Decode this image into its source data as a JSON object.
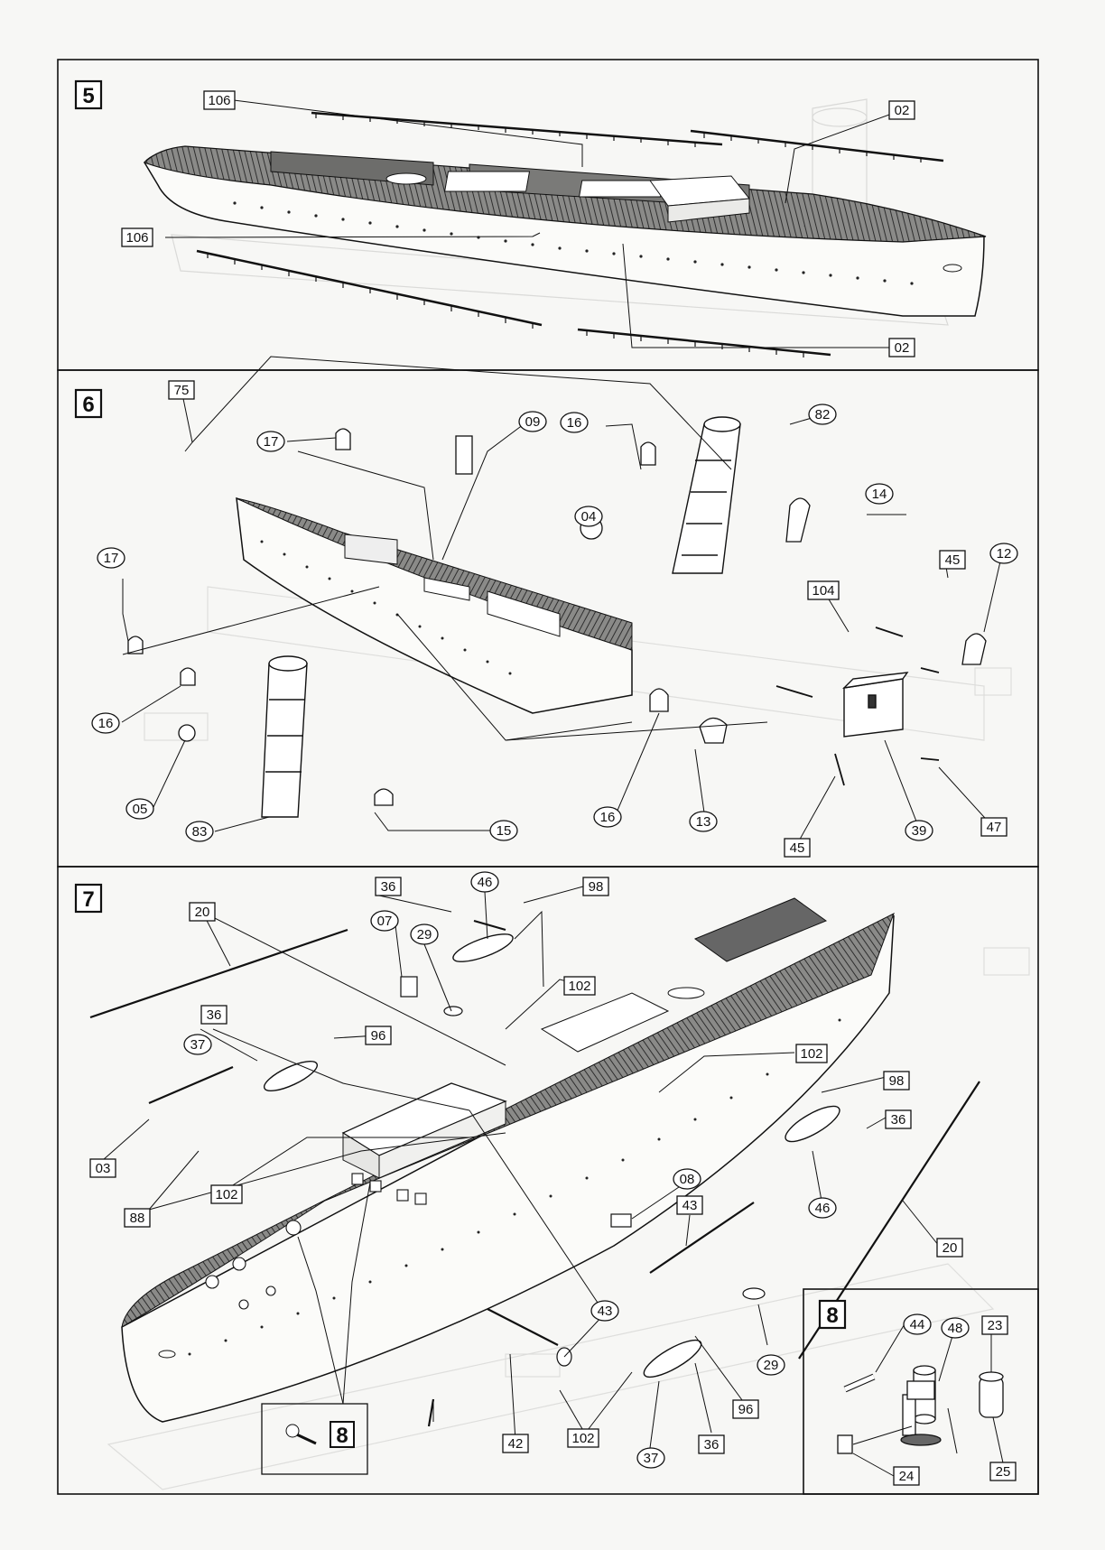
{
  "document": {
    "panels": [
      {
        "id": "step-5",
        "step_label": "5",
        "parts": [
          {
            "number": "106",
            "shape": "box"
          },
          {
            "number": "106",
            "shape": "box"
          },
          {
            "number": "02",
            "shape": "box"
          },
          {
            "number": "02",
            "shape": "box"
          }
        ]
      },
      {
        "id": "step-6",
        "step_label": "6",
        "parts": [
          {
            "number": "75",
            "shape": "box"
          },
          {
            "number": "17",
            "shape": "circle"
          },
          {
            "number": "09",
            "shape": "circle"
          },
          {
            "number": "16",
            "shape": "circle"
          },
          {
            "number": "82",
            "shape": "circle"
          },
          {
            "number": "04",
            "shape": "circle"
          },
          {
            "number": "14",
            "shape": "circle"
          },
          {
            "number": "17",
            "shape": "circle"
          },
          {
            "number": "104",
            "shape": "box"
          },
          {
            "number": "45",
            "shape": "box"
          },
          {
            "number": "12",
            "shape": "circle"
          },
          {
            "number": "16",
            "shape": "circle"
          },
          {
            "number": "05",
            "shape": "circle"
          },
          {
            "number": "83",
            "shape": "circle"
          },
          {
            "number": "15",
            "shape": "circle"
          },
          {
            "number": "16",
            "shape": "circle"
          },
          {
            "number": "13",
            "shape": "circle"
          },
          {
            "number": "39",
            "shape": "circle"
          },
          {
            "number": "47",
            "shape": "box"
          },
          {
            "number": "45",
            "shape": "box"
          }
        ]
      },
      {
        "id": "step-7",
        "step_label": "7",
        "parts": [
          {
            "number": "20",
            "shape": "box"
          },
          {
            "number": "36",
            "shape": "box"
          },
          {
            "number": "46",
            "shape": "circle"
          },
          {
            "number": "98",
            "shape": "box"
          },
          {
            "number": "07",
            "shape": "circle"
          },
          {
            "number": "29",
            "shape": "circle"
          },
          {
            "number": "102",
            "shape": "box"
          },
          {
            "number": "36",
            "shape": "box"
          },
          {
            "number": "37",
            "shape": "circle"
          },
          {
            "number": "96",
            "shape": "box"
          },
          {
            "number": "102",
            "shape": "box"
          },
          {
            "number": "98",
            "shape": "box"
          },
          {
            "number": "36",
            "shape": "box"
          },
          {
            "number": "03",
            "shape": "box"
          },
          {
            "number": "102",
            "shape": "box"
          },
          {
            "number": "88",
            "shape": "box"
          },
          {
            "number": "08",
            "shape": "circle"
          },
          {
            "number": "43",
            "shape": "box"
          },
          {
            "number": "46",
            "shape": "circle"
          },
          {
            "number": "20",
            "shape": "box"
          },
          {
            "number": "43",
            "shape": "circle"
          },
          {
            "number": "29",
            "shape": "circle"
          },
          {
            "number": "102",
            "shape": "box"
          },
          {
            "number": "96",
            "shape": "box"
          },
          {
            "number": "42",
            "shape": "box"
          },
          {
            "number": "37",
            "shape": "circle"
          },
          {
            "number": "36",
            "shape": "box"
          }
        ],
        "subassembly_ref": "8"
      },
      {
        "id": "step-8",
        "step_label": "8",
        "parts": [
          {
            "number": "44",
            "shape": "circle"
          },
          {
            "number": "48",
            "shape": "circle"
          },
          {
            "number": "23",
            "shape": "box"
          },
          {
            "number": "24",
            "shape": "box"
          },
          {
            "number": "25",
            "shape": "box"
          }
        ]
      }
    ]
  }
}
